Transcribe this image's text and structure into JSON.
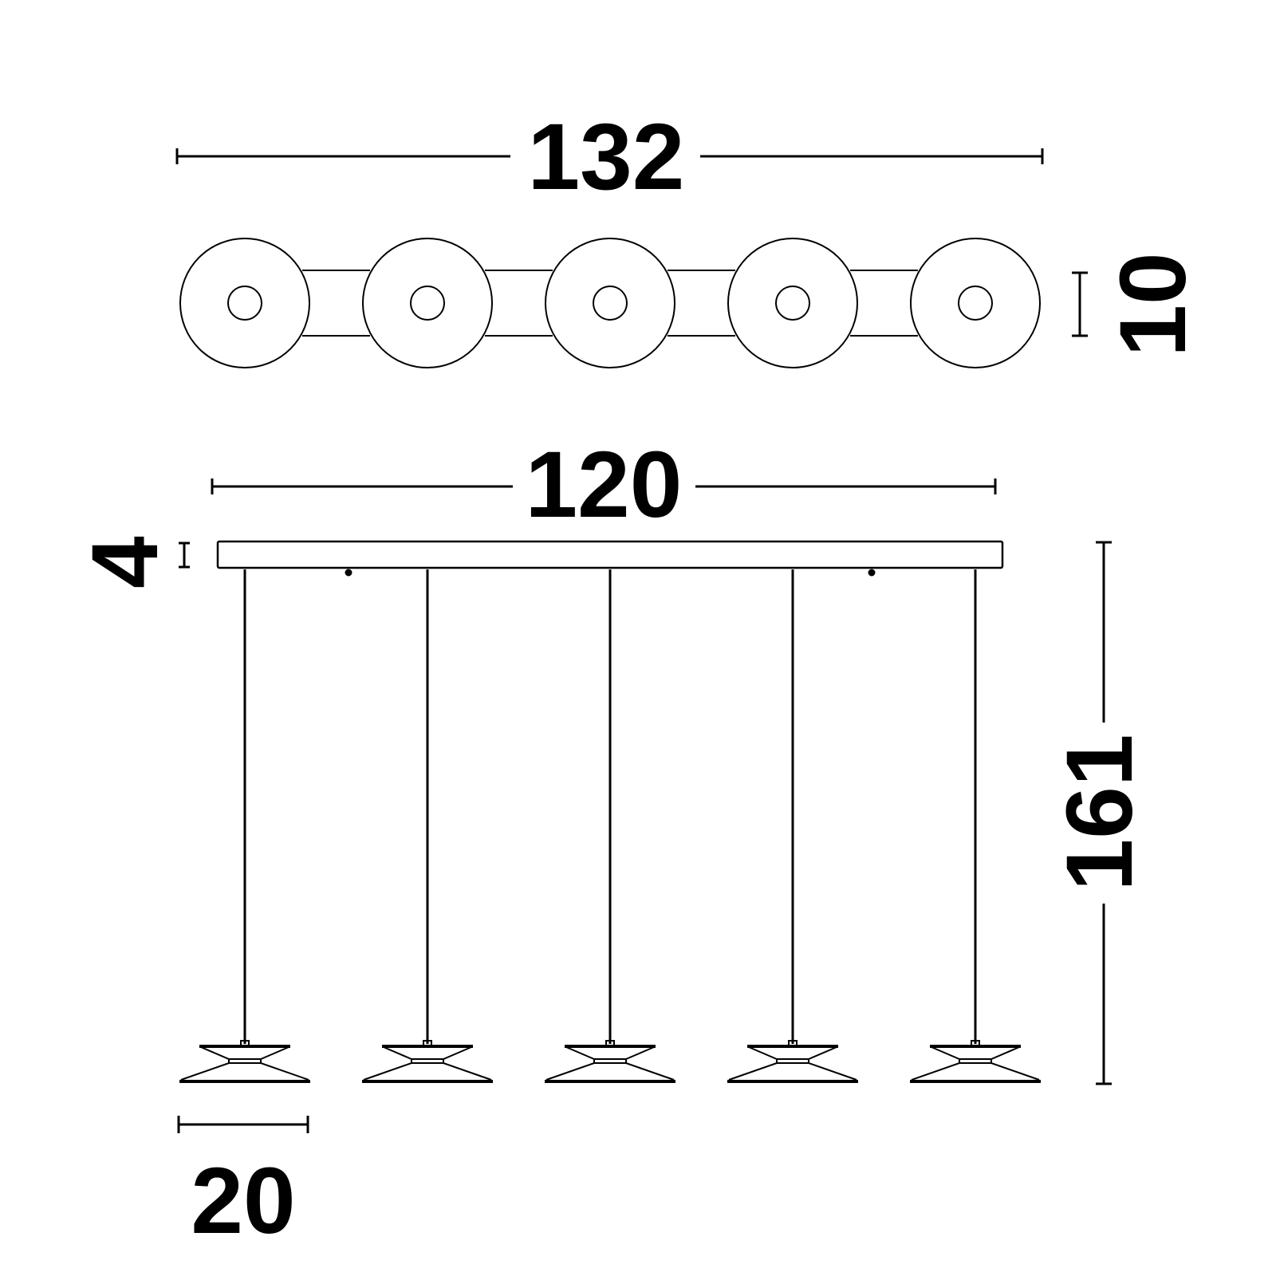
{
  "dimensions": {
    "total_width": "132",
    "canopy_depth": "10",
    "canopy_length": "120",
    "canopy_height": "4",
    "total_height": "161",
    "shade_diameter": "20"
  },
  "lamp_count": 5,
  "colors": {
    "line": "#000000",
    "background": "#ffffff"
  }
}
